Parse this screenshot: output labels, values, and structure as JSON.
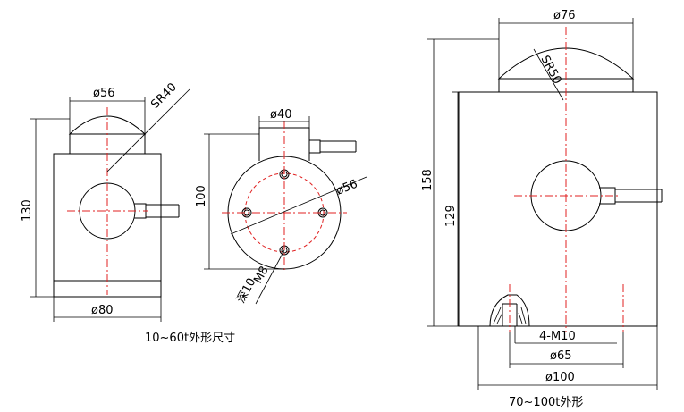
{
  "left_view": {
    "dia_top": "ø56",
    "sr": "SR40",
    "height": "130",
    "dia_base": "ø80",
    "caption": "10~60t外形尺寸"
  },
  "top_view": {
    "dia_boss": "ø40",
    "width": "100",
    "dia_pcd": "ø56",
    "thread": "M8",
    "depth": "深10"
  },
  "right_view": {
    "dia_top": "ø76",
    "sr": "SR50",
    "height_total": "158",
    "height_body": "129",
    "thread": "4-M10",
    "dia_pcd": "ø65",
    "dia_base": "ø100",
    "caption": "70~100t外形"
  },
  "colors": {
    "outline": "#000000",
    "centerline": "#e02020"
  }
}
